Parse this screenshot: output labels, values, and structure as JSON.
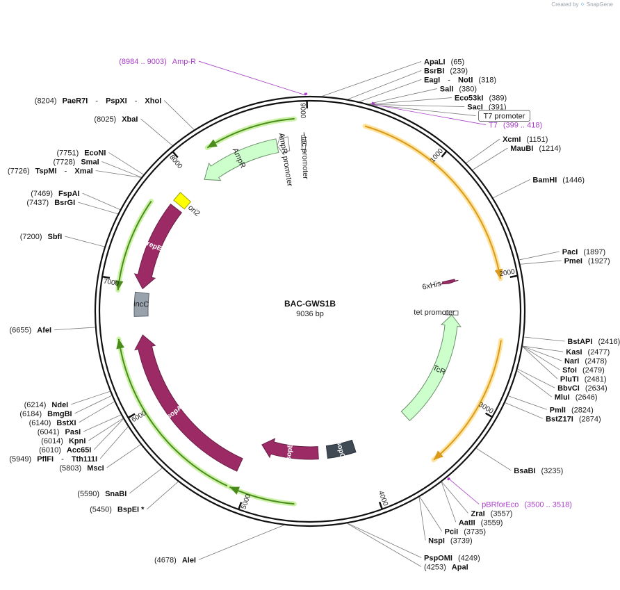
{
  "brand": {
    "created_by": "Created by",
    "logo": "SnapGene"
  },
  "plasmid": {
    "name": "BAC-GWS1B",
    "length": 9036,
    "length_label": "9036 bp"
  },
  "ticks": [
    {
      "pos": 1000,
      "label": "1000"
    },
    {
      "pos": 2000,
      "label": "2000"
    },
    {
      "pos": 3000,
      "label": "3000"
    },
    {
      "pos": 4000,
      "label": "4000"
    },
    {
      "pos": 5000,
      "label": "5000"
    },
    {
      "pos": 6000,
      "label": "6000"
    },
    {
      "pos": 7000,
      "label": "7000"
    },
    {
      "pos": 8000,
      "label": "8000"
    },
    {
      "pos": 9000,
      "label": "9000"
    }
  ],
  "sites": [
    {
      "pos": 65,
      "parts": [
        {
          "b": "ApaLI"
        },
        {
          "n": "(65)"
        }
      ]
    },
    {
      "pos": 239,
      "parts": [
        {
          "b": "BsrBI"
        },
        {
          "n": "(239)"
        }
      ]
    },
    {
      "pos": 318,
      "parts": [
        {
          "b": "EagI"
        },
        {
          "n": " - "
        },
        {
          "b": "NotI"
        },
        {
          "n": "(318)"
        }
      ]
    },
    {
      "pos": 380,
      "parts": [
        {
          "b": "SalI"
        },
        {
          "n": "(380)"
        }
      ]
    },
    {
      "pos": 389,
      "parts": [
        {
          "b": "Eco53kI"
        },
        {
          "n": "(389)"
        }
      ]
    },
    {
      "pos": 391,
      "parts": [
        {
          "b": "SacI"
        },
        {
          "n": "(391)"
        }
      ]
    },
    {
      "pos": 1151,
      "parts": [
        {
          "b": "XcmI"
        },
        {
          "n": "(1151)"
        }
      ]
    },
    {
      "pos": 1214,
      "parts": [
        {
          "b": "MauBI"
        },
        {
          "n": "(1214)"
        }
      ]
    },
    {
      "pos": 1446,
      "parts": [
        {
          "b": "BamHI"
        },
        {
          "n": "(1446)"
        }
      ]
    },
    {
      "pos": 1897,
      "parts": [
        {
          "b": "PacI"
        },
        {
          "n": "(1897)"
        }
      ]
    },
    {
      "pos": 1927,
      "parts": [
        {
          "b": "PmeI"
        },
        {
          "n": "(1927)"
        }
      ]
    },
    {
      "pos": 2416,
      "parts": [
        {
          "b": "BstAPI"
        },
        {
          "n": "(2416)"
        }
      ]
    },
    {
      "pos": 2477,
      "parts": [
        {
          "b": "KasI"
        },
        {
          "n": "(2477)"
        }
      ]
    },
    {
      "pos": 2478,
      "parts": [
        {
          "b": "NarI"
        },
        {
          "n": "(2478)"
        }
      ]
    },
    {
      "pos": 2479,
      "parts": [
        {
          "b": "SfoI"
        },
        {
          "n": "(2479)"
        }
      ]
    },
    {
      "pos": 2481,
      "parts": [
        {
          "b": "PluTI"
        },
        {
          "n": "(2481)"
        }
      ]
    },
    {
      "pos": 2634,
      "parts": [
        {
          "b": "BbvCI"
        },
        {
          "n": "(2634)"
        }
      ]
    },
    {
      "pos": 2646,
      "parts": [
        {
          "b": "MluI"
        },
        {
          "n": "(2646)"
        }
      ]
    },
    {
      "pos": 2824,
      "parts": [
        {
          "b": "PmlI"
        },
        {
          "n": "(2824)"
        }
      ]
    },
    {
      "pos": 2874,
      "parts": [
        {
          "b": "BstZ17I"
        },
        {
          "n": "(2874)"
        }
      ]
    },
    {
      "pos": 3235,
      "parts": [
        {
          "b": "BsaBI"
        },
        {
          "n": "(3235)"
        }
      ]
    },
    {
      "pos": 3557,
      "parts": [
        {
          "b": "ZraI"
        },
        {
          "n": "(3557)"
        }
      ]
    },
    {
      "pos": 3559,
      "parts": [
        {
          "b": "AatII"
        },
        {
          "n": "(3559)"
        }
      ]
    },
    {
      "pos": 3735,
      "parts": [
        {
          "b": "PciI"
        },
        {
          "n": "(3735)"
        }
      ]
    },
    {
      "pos": 3739,
      "parts": [
        {
          "b": "NspI"
        },
        {
          "n": "(3739)"
        }
      ]
    },
    {
      "pos": 4249,
      "parts": [
        {
          "b": "PspOMI"
        },
        {
          "n": "(4249)"
        }
      ]
    },
    {
      "pos": 4253,
      "parts": [
        {
          "n": "(4253)"
        },
        {
          "b": "ApaI"
        }
      ]
    },
    {
      "pos": 4678,
      "parts": [
        {
          "n": "(4678)"
        },
        {
          "b": "AleI"
        }
      ]
    },
    {
      "pos": 5450,
      "parts": [
        {
          "n": "(5450)"
        },
        {
          "b": "BspEI *"
        }
      ]
    },
    {
      "pos": 5590,
      "parts": [
        {
          "n": "(5590)"
        },
        {
          "b": "SnaBI"
        }
      ]
    },
    {
      "pos": 5803,
      "parts": [
        {
          "n": "(5803)"
        },
        {
          "b": "MscI"
        }
      ]
    },
    {
      "pos": 5949,
      "parts": [
        {
          "n": "(5949)"
        },
        {
          "b": "PflFI"
        },
        {
          "n": " - "
        },
        {
          "b": "Tth111I"
        }
      ]
    },
    {
      "pos": 6010,
      "parts": [
        {
          "n": "(6010)"
        },
        {
          "b": "Acc65I"
        }
      ]
    },
    {
      "pos": 6014,
      "parts": [
        {
          "n": "(6014)"
        },
        {
          "b": "KpnI"
        }
      ]
    },
    {
      "pos": 6041,
      "parts": [
        {
          "n": "(6041)"
        },
        {
          "b": "PasI"
        }
      ]
    },
    {
      "pos": 6140,
      "parts": [
        {
          "n": "(6140)"
        },
        {
          "b": "BstXI"
        }
      ]
    },
    {
      "pos": 6184,
      "parts": [
        {
          "n": "(6184)"
        },
        {
          "b": "BmgBI"
        }
      ]
    },
    {
      "pos": 6214,
      "parts": [
        {
          "n": "(6214)"
        },
        {
          "b": "NdeI"
        }
      ]
    },
    {
      "pos": 6655,
      "parts": [
        {
          "n": "(6655)"
        },
        {
          "b": "AfeI"
        }
      ]
    },
    {
      "pos": 7200,
      "parts": [
        {
          "n": "(7200)"
        },
        {
          "b": "SbfI"
        }
      ]
    },
    {
      "pos": 7437,
      "parts": [
        {
          "n": "(7437)"
        },
        {
          "b": "BsrGI"
        }
      ]
    },
    {
      "pos": 7469,
      "parts": [
        {
          "n": "(7469)"
        },
        {
          "b": "FspAI"
        }
      ]
    },
    {
      "pos": 7726,
      "parts": [
        {
          "n": "(7726)"
        },
        {
          "b": "TspMI"
        },
        {
          "n": " - "
        },
        {
          "b": "XmaI"
        }
      ]
    },
    {
      "pos": 7728,
      "parts": [
        {
          "n": "(7728)"
        },
        {
          "b": "SmaI"
        }
      ]
    },
    {
      "pos": 7751,
      "parts": [
        {
          "n": "(7751)"
        },
        {
          "b": "EcoNI"
        }
      ]
    },
    {
      "pos": 8025,
      "parts": [
        {
          "n": "(8025)"
        },
        {
          "b": "XbaI"
        }
      ]
    },
    {
      "pos": 8204,
      "parts": [
        {
          "n": "(8204)"
        },
        {
          "b": "PaeR7I"
        },
        {
          "n": " - "
        },
        {
          "b": "PspXI"
        },
        {
          "n": " - "
        },
        {
          "b": "XhoI"
        }
      ]
    }
  ],
  "primers": [
    {
      "start": 8984,
      "end": 9003,
      "parts": [
        "(8984 .. 9003)",
        "Amp-R"
      ]
    },
    {
      "start": 399,
      "end": 418,
      "parts": [
        "T7",
        "(399 .. 418)"
      ]
    },
    {
      "start": 3500,
      "end": 3518,
      "parts": [
        "pBRforEco",
        "(3500 .. 3518)"
      ]
    }
  ],
  "callout": {
    "label": "T7 promoter",
    "pos": 400
  },
  "features": [
    {
      "name": "AmpR",
      "label": "AmpR",
      "start": 8050,
      "end": 8740,
      "dir": -1,
      "color": "#ccffcc",
      "stroke": "#6a8f6a",
      "track": 0
    },
    {
      "name": "AmpR promoter",
      "label": "AmpR promoter",
      "start": 8740,
      "end": 8840,
      "dir": -1,
      "color": "#ffffff",
      "stroke": "#888888",
      "track": 0
    },
    {
      "name": "tac promoter",
      "label": "tac promoter",
      "start": 8950,
      "end": 8990,
      "dir": 1,
      "color": "#ffffff",
      "stroke": "#666666",
      "track": 0
    },
    {
      "name": "ori2",
      "label": "ori2",
      "start": 7745,
      "end": 7830,
      "dir": 0,
      "color": "#ffff00",
      "stroke": "#a0a000",
      "track": 0
    },
    {
      "name": "repE",
      "label": "repE",
      "start": 6955,
      "end": 7705,
      "dir": -1,
      "color": "#9b2a65",
      "stroke": "#6a1d46",
      "track": 0
    },
    {
      "name": "incC",
      "label": "incC",
      "start": 6720,
      "end": 6920,
      "dir": 0,
      "color": "#98a2ad",
      "stroke": "#5c646c",
      "track": 0
    },
    {
      "name": "sopA",
      "label": "sopA",
      "start": 5120,
      "end": 6560,
      "dir": 1,
      "color": "#9b2a65",
      "stroke": "#6a1d46",
      "track": 0
    },
    {
      "name": "sopB",
      "label": "sopB",
      "start": 4420,
      "end": 5000,
      "dir": 1,
      "color": "#9b2a65",
      "stroke": "#6a1d46",
      "track": 1
    },
    {
      "name": "sopC",
      "label": "sopC",
      "start": 4050,
      "end": 4330,
      "dir": 0,
      "color": "#3f4a55",
      "stroke": "#28303a",
      "track": 1
    },
    {
      "name": "TcR",
      "label": "TcR",
      "start": 2280,
      "end": 3440,
      "dir": -1,
      "color": "#ccffcc",
      "stroke": "#6a8f6a",
      "track": 1
    },
    {
      "name": "tet promoter",
      "label": "tet promoter",
      "start": 2240,
      "end": 2280,
      "dir": 0,
      "color": "#ffffff",
      "stroke": "#666666",
      "track": 1
    },
    {
      "name": "6xHis",
      "label": "6xHis",
      "start": 1930,
      "end": 1960,
      "dir": 1,
      "color": "#9b2a65",
      "stroke": "#6a1d46",
      "track": 1
    }
  ],
  "highlights": [
    {
      "start": 400,
      "end": 2000,
      "dir": 1,
      "color": "#d99a1e",
      "glow": "#ffe4a0"
    },
    {
      "start": 2460,
      "end": 3505,
      "dir": 1,
      "color": "#d99a1e",
      "glow": "#ffe4a0"
    },
    {
      "start": 8215,
      "end": 8905,
      "dir": -1,
      "color": "#4a8c1c",
      "glow": "#ccf2a8"
    },
    {
      "start": 6920,
      "end": 7635,
      "dir": -1,
      "color": "#4a8c1c",
      "glow": "#ccf2a8"
    },
    {
      "start": 5140,
      "end": 6555,
      "dir": 1,
      "color": "#4a8c1c",
      "glow": "#ccf2a8"
    },
    {
      "start": 4620,
      "end": 5120,
      "dir": 1,
      "color": "#4a8c1c",
      "glow": "#ccf2a8"
    }
  ]
}
